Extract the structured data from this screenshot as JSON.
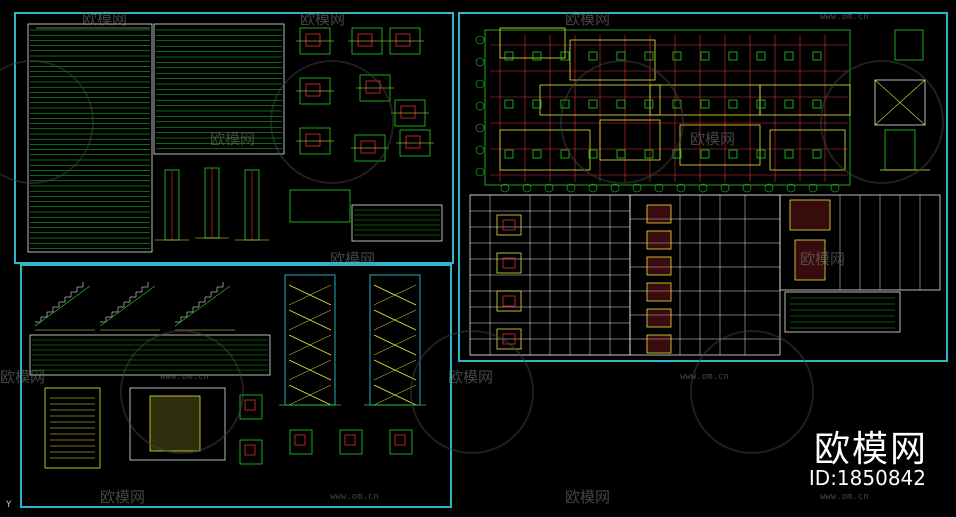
{
  "watermark": {
    "logo_text": "欧模网",
    "url_text": "www.om.cn"
  },
  "brand": {
    "name": "欧模网",
    "id_label": "ID:1850842"
  },
  "ucs_glyph": "Y",
  "colors": {
    "background": "#000000",
    "sheet_border": "#2fb7c8",
    "drawing_green": "#1fd21f",
    "drawing_yellow": "#e6e63a",
    "drawing_red": "#e03030",
    "drawing_cyan": "#2fd6e0",
    "drawing_white": "#e6e6e6"
  },
  "sheets": [
    {
      "name": "design-notes-sheet",
      "content": "structural design notes and details"
    },
    {
      "name": "foundation-plan-sheet",
      "content": "foundation plan and footing schedule"
    },
    {
      "name": "stair-detail-sheet",
      "content": "stair sections and details"
    }
  ]
}
